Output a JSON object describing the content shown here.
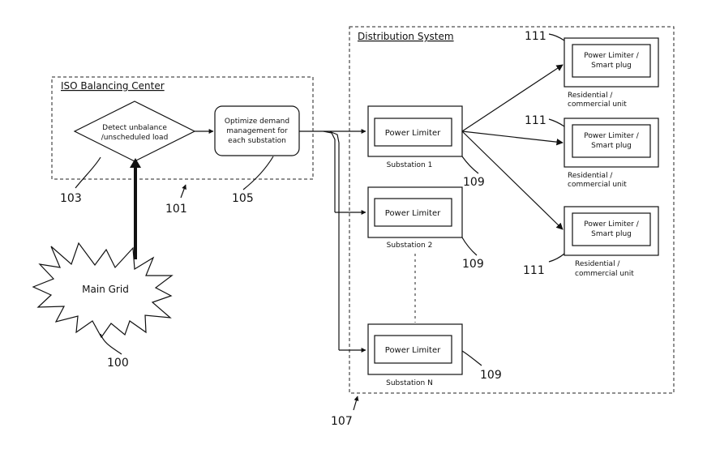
{
  "iso_center": {
    "title": "ISO Balancing Center",
    "detect_line1": "Detect unbalance",
    "detect_line2": "/unscheduled load",
    "optimize_line1": "Optimize demand",
    "optimize_line2": "management for",
    "optimize_line3": "each substation"
  },
  "main_grid": {
    "label": "Main Grid"
  },
  "distribution": {
    "title": "Distribution System",
    "substations": [
      {
        "limiter": "Power Limiter",
        "name": "Substation 1"
      },
      {
        "limiter": "Power Limiter",
        "name": "Substation 2"
      },
      {
        "limiter": "Power Limiter",
        "name": "Substation N"
      }
    ],
    "units": [
      {
        "plug_line1": "Power Limiter /",
        "plug_line2": "Smart plug",
        "unit_line1": "Residential /",
        "unit_line2": "commercial unit"
      },
      {
        "plug_line1": "Power Limiter /",
        "plug_line2": "Smart plug",
        "unit_line1": "Residential /",
        "unit_line2": "commercial unit"
      },
      {
        "plug_line1": "Power Limiter /",
        "plug_line2": "Smart plug",
        "unit_line1": "Residential /",
        "unit_line2": "commercial unit"
      }
    ]
  },
  "refs": {
    "grid": "100",
    "iso": "101",
    "detect": "103",
    "optimize": "105",
    "distribution": "107",
    "substation_1": "109",
    "substation_2": "109",
    "substation_n": "109",
    "unit_1": "111",
    "unit_2": "111",
    "unit_3": "111"
  }
}
